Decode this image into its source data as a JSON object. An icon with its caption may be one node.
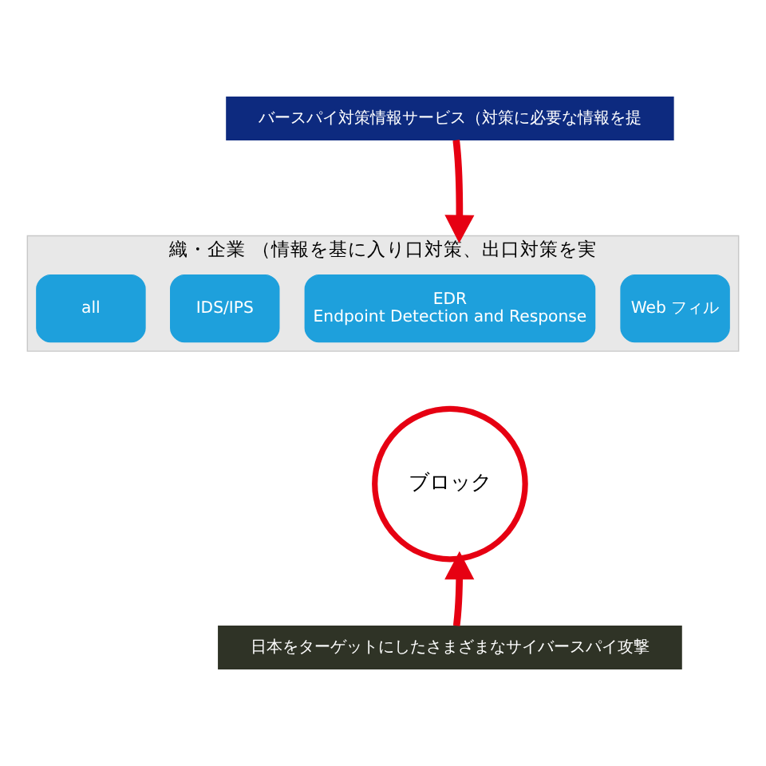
{
  "diagram": {
    "nodes": [
      {
        "text": [
          "バースパイ対策情報サービス（対策に必要な情報を提"
        ]
      },
      {
        "text": [
          "織・企業 （情報を基に入り口対策、出口対策を実"
        ]
      },
      {
        "text": [
          "all"
        ],
        "in": 1
      },
      {
        "text": [
          "IDS/IPS"
        ],
        "in": 1
      },
      {
        "text": [
          "EDR",
          "Endpoint Detection and Response"
        ],
        "in": 1
      },
      {
        "text": [
          "Web フィル"
        ],
        "in": 1
      },
      {
        "text": [
          "ブロック"
        ]
      },
      {
        "text": [
          "日本をターゲットにしたさまざまなサイバースパイ攻撃"
        ]
      }
    ],
    "edges": [
      {
        "from": 0,
        "to": 1,
        "arrow": "to"
      },
      {
        "from": 7,
        "to": 6,
        "arrow": "to"
      }
    ]
  }
}
